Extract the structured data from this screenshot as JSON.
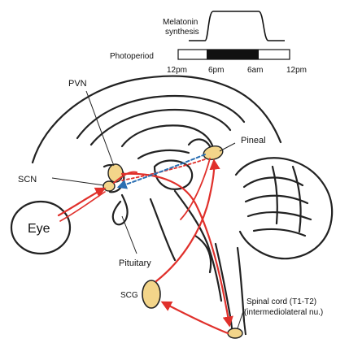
{
  "melatonin": {
    "label_line1": "Melatonin",
    "label_line2": "synthesis"
  },
  "photoperiod": {
    "label": "Photoperiod",
    "ticks": [
      "12pm",
      "6pm",
      "6am",
      "12pm"
    ],
    "dark_phase": "6pm–6am (black bar)"
  },
  "labels": {
    "pvn": "PVN",
    "scn": "SCN",
    "eye": "Eye",
    "pineal": "Pineal",
    "pituitary": "Pituitary",
    "scg": "SCG",
    "spinal_line1": "Spinal cord (T1-T2)",
    "spinal_line2": "(intermediolateral nu.)"
  },
  "colors": {
    "pathway": "#e0302b",
    "inhibitory": "#2a6fb3",
    "nucleus_fill": "#f3d58a",
    "outline": "#222222"
  }
}
